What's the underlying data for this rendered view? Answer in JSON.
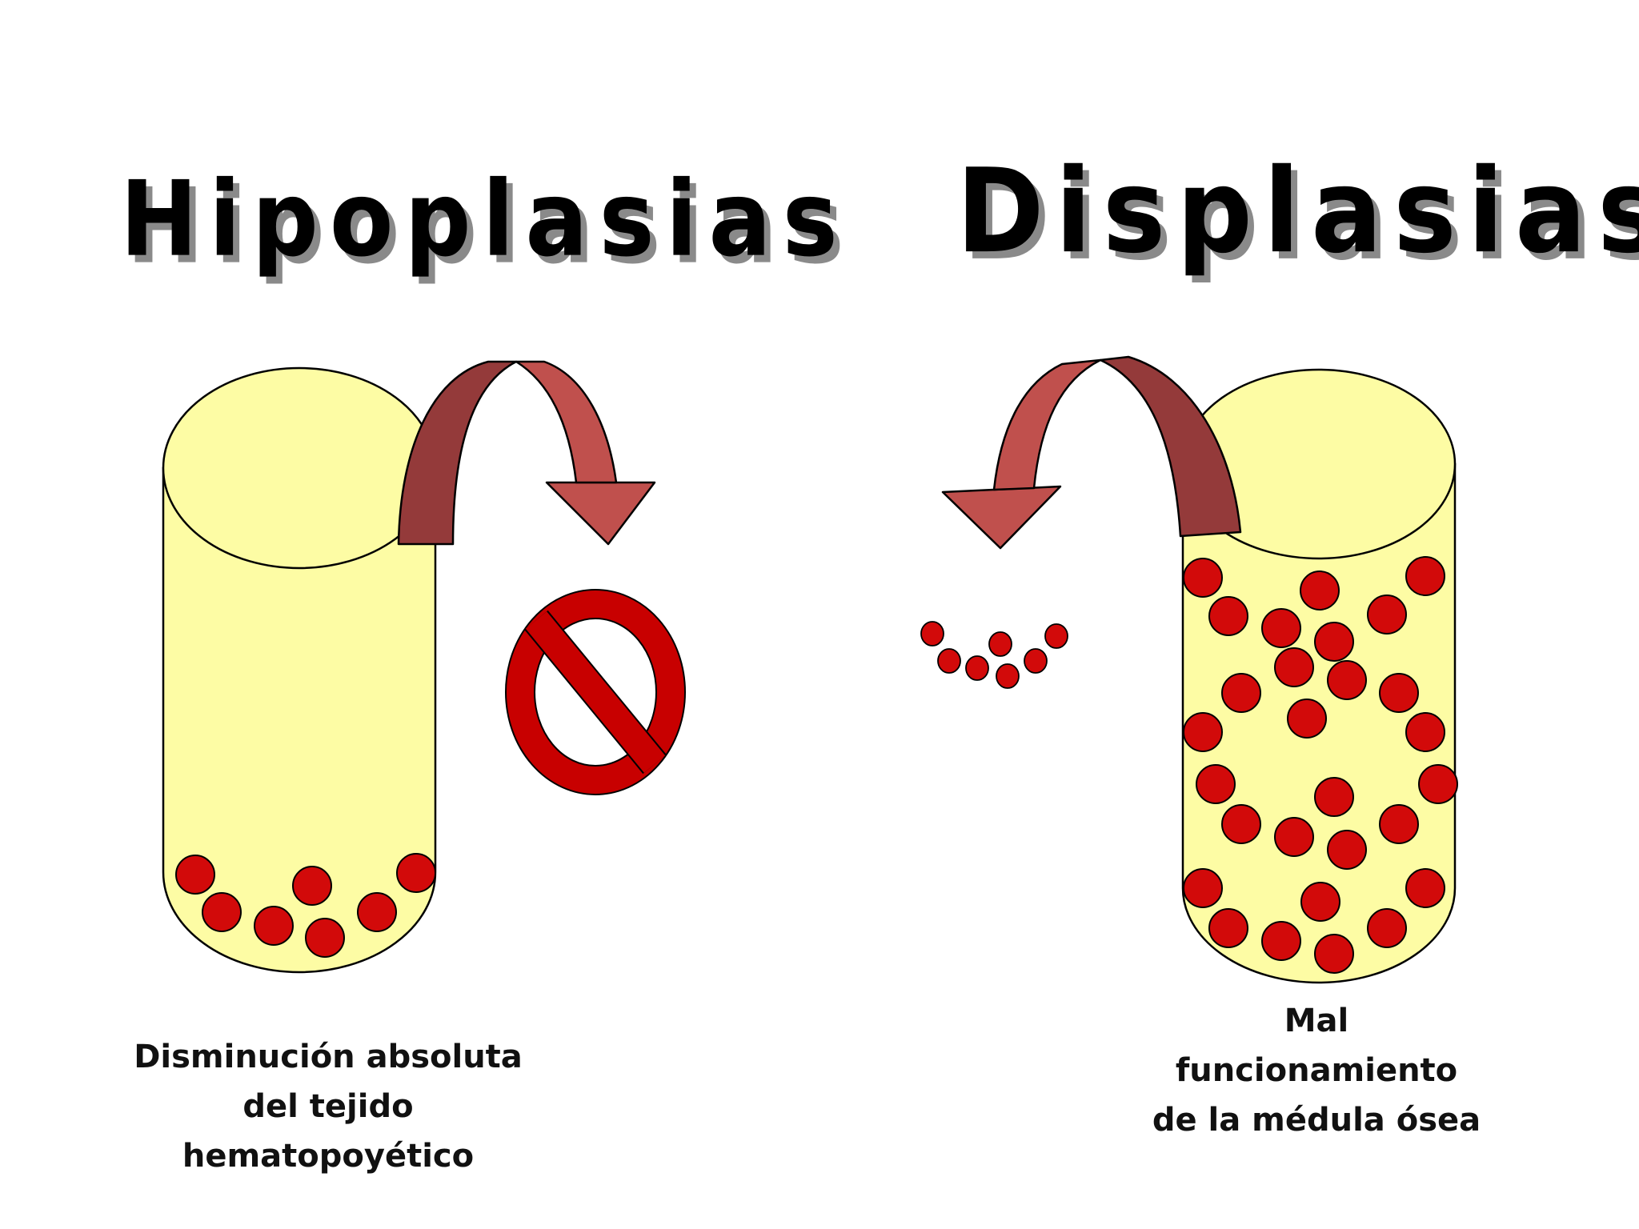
{
  "left": {
    "title": "Hipoplasias",
    "caption": [
      "Disminución absoluta",
      "del tejido",
      "hematopoyético"
    ]
  },
  "right": {
    "title": "Displasias",
    "caption": [
      "Mal",
      "funcionamiento",
      "de la médula ósea"
    ]
  },
  "colors": {
    "tube_fill": "#fdfca4",
    "cell_red": "#d20a0a",
    "arrow_light": "#c0504d",
    "arrow_dark": "#943a3a",
    "prohibition_red": "#c80000"
  },
  "icons": {
    "prohibition": "no-entry-sign-icon",
    "arrow_left": "curved-arrow-down-right-icon",
    "arrow_right": "curved-arrow-down-left-icon"
  }
}
